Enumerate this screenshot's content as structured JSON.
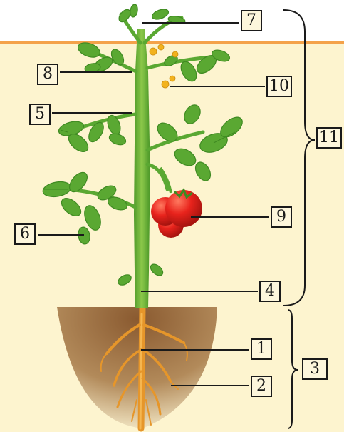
{
  "labels": {
    "n1": "1",
    "n2": "2",
    "n3": "3",
    "n4": "4",
    "n5": "5",
    "n6": "6",
    "n7": "7",
    "n8": "8",
    "n9": "9",
    "n10": "10",
    "n11": "11"
  },
  "colors": {
    "background_upper": "#ffffff",
    "background_lower": "#fdf4cf",
    "ground_line": "#f4a24a",
    "stem": "#6fb43c",
    "leaf": "#5aa832",
    "leaf_dark": "#3f8a22",
    "tomato": "#e8231c",
    "soil": "#9a6a3e",
    "root": "#e6962a",
    "flower": "#f2b21d",
    "ink": "#1a1a1a"
  }
}
